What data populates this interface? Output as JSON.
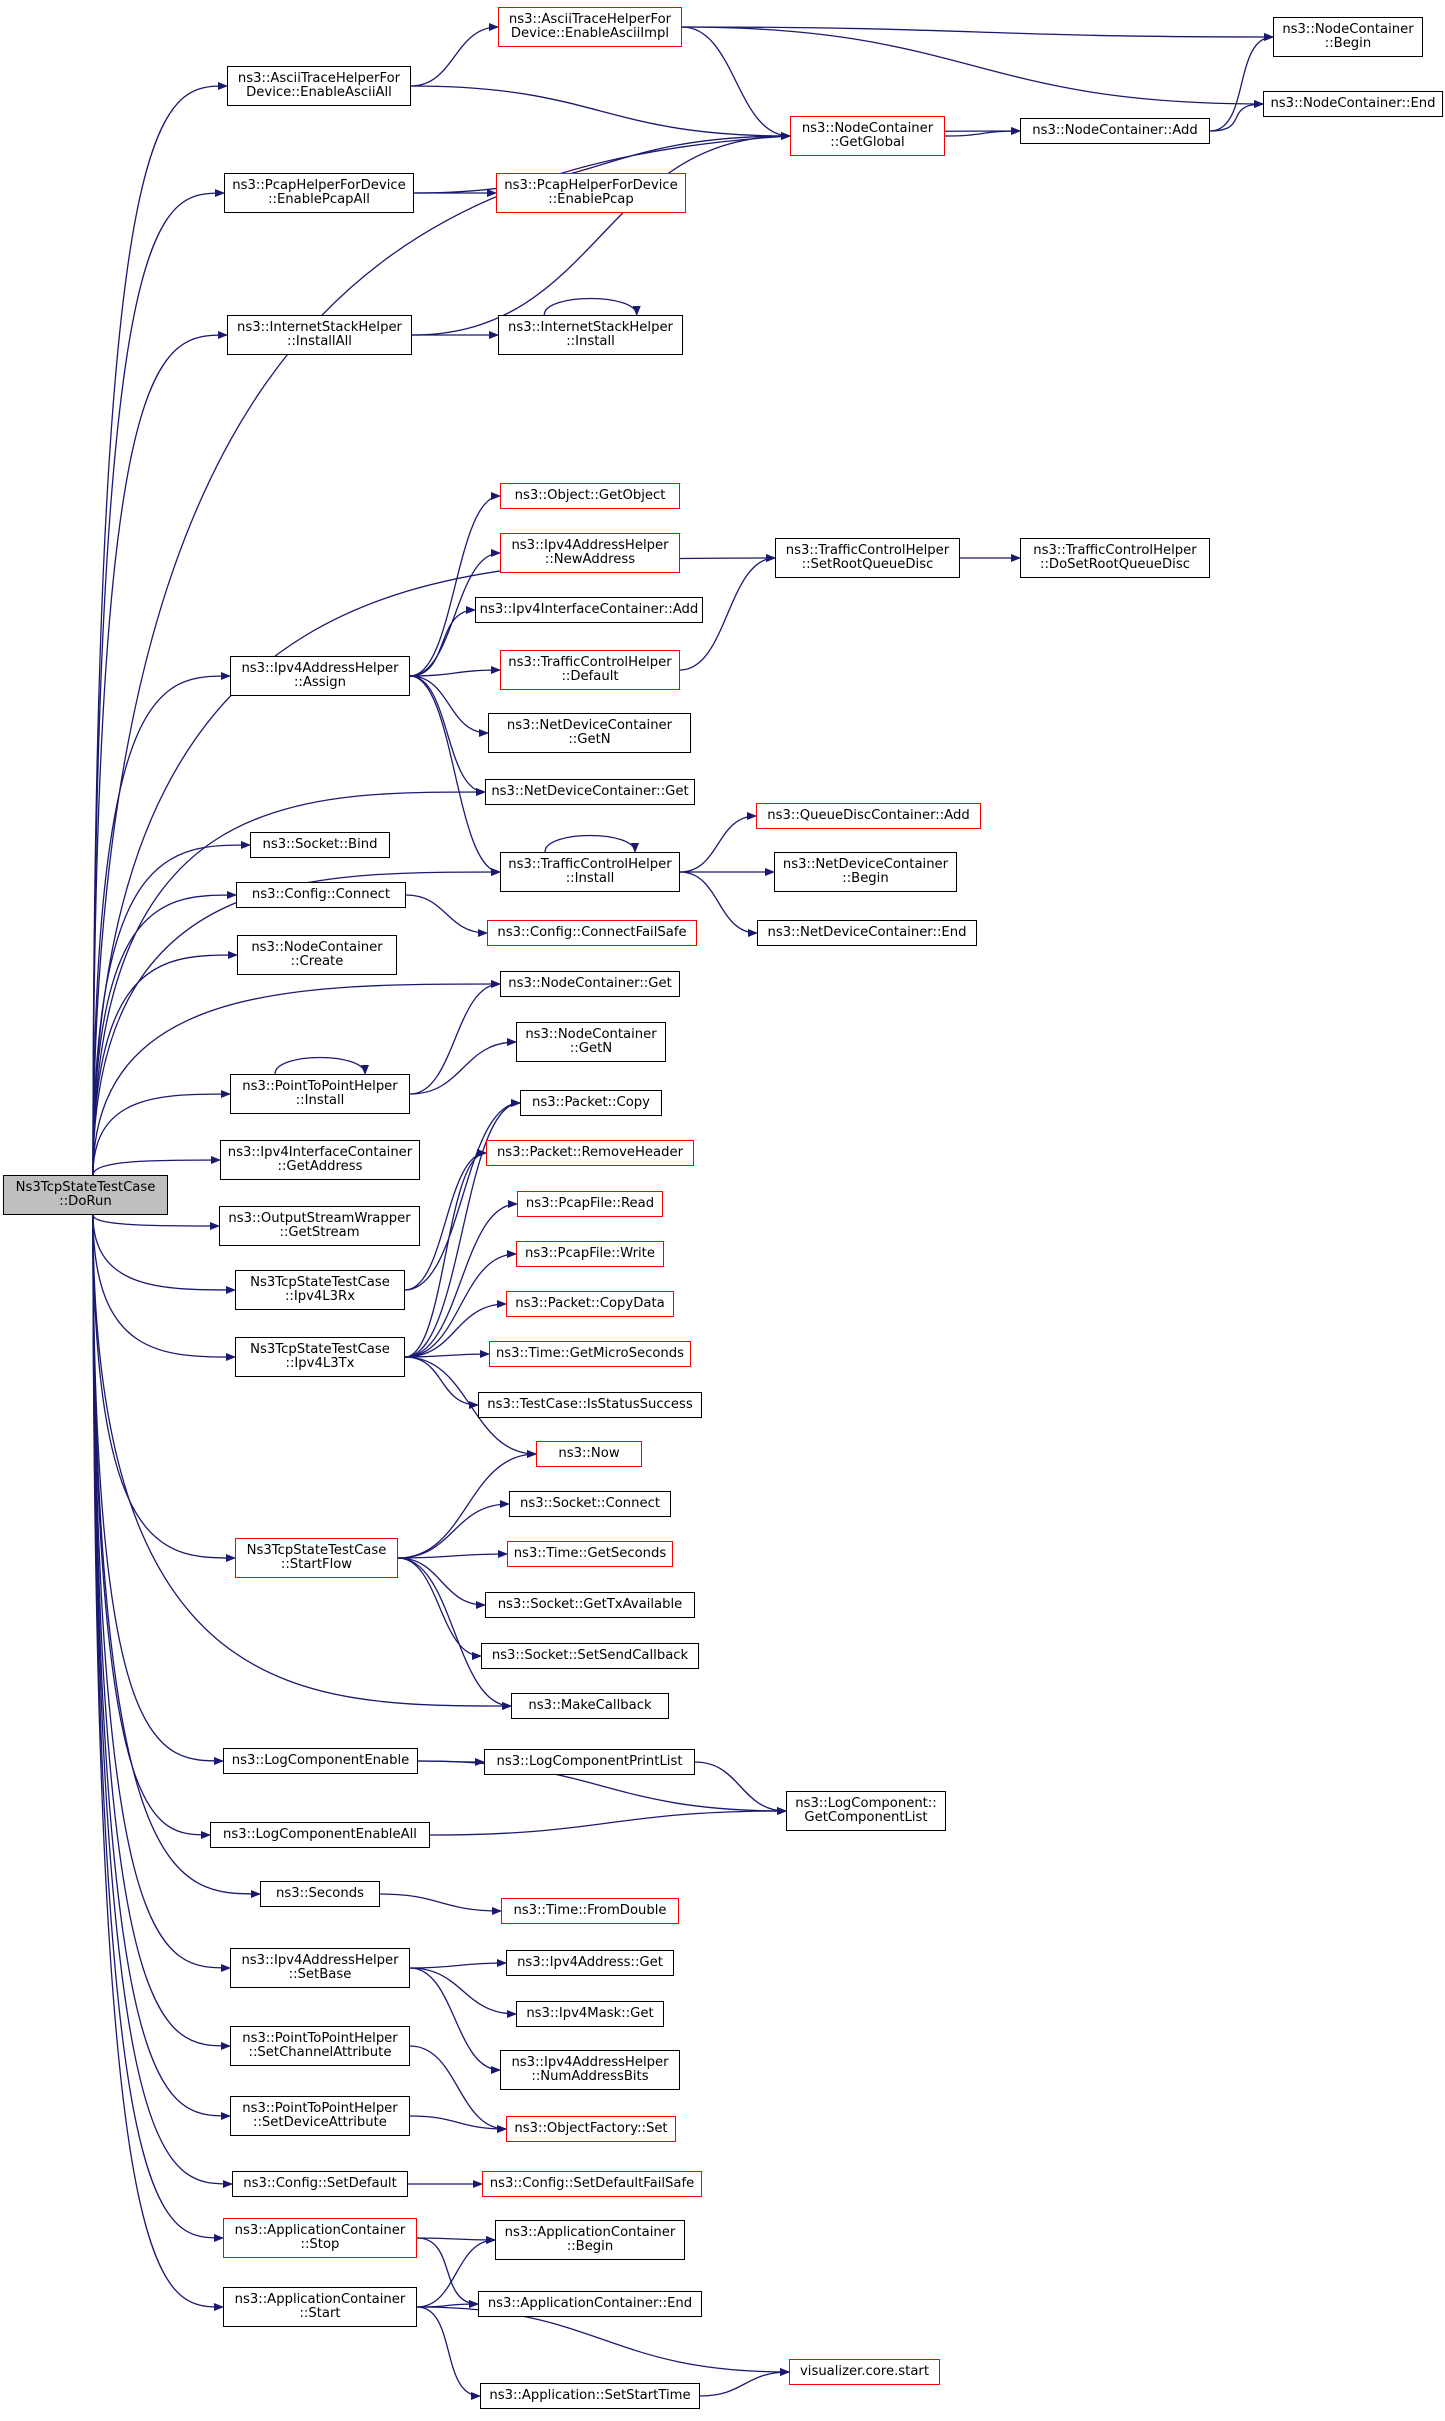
{
  "colors": {
    "edge": "#191970",
    "border_normal": "#000000",
    "border_truncated": "#ff0000",
    "root_fill": "#bfbfbf"
  },
  "nodes": [
    {
      "id": "root",
      "label": "Ns3TcpStateTestCase\n::DoRun",
      "style": "root"
    },
    {
      "id": "ascii_all",
      "label": "ns3::AsciiTraceHelperFor\nDevice::EnableAsciiAll",
      "style": "normal"
    },
    {
      "id": "ascii_impl",
      "label": "ns3::AsciiTraceHelperFor\nDevice::EnableAsciiImpl",
      "style": "red"
    },
    {
      "id": "nc_begin",
      "label": "ns3::NodeContainer\n::Begin",
      "style": "normal"
    },
    {
      "id": "nc_end",
      "label": "ns3::NodeContainer::End",
      "style": "normal"
    },
    {
      "id": "nc_getglobal",
      "label": "ns3::NodeContainer\n::GetGlobal",
      "style": "red"
    },
    {
      "id": "nc_add",
      "label": "ns3::NodeContainer::Add",
      "style": "normal"
    },
    {
      "id": "pcap_all",
      "label": "ns3::PcapHelperForDevice\n::EnablePcapAll",
      "style": "normal"
    },
    {
      "id": "pcap_enable",
      "label": "ns3::PcapHelperForDevice\n::EnablePcap",
      "style": "red"
    },
    {
      "id": "ish_installall",
      "label": "ns3::InternetStackHelper\n::InstallAll",
      "style": "normal"
    },
    {
      "id": "ish_install",
      "label": "ns3::InternetStackHelper\n::Install",
      "style": "normal"
    },
    {
      "id": "obj_getobject",
      "label": "ns3::Object::GetObject",
      "style": "red"
    },
    {
      "id": "ipv4ah_newaddr",
      "label": "ns3::Ipv4AddressHelper\n::NewAddress",
      "style": "red"
    },
    {
      "id": "tch_setroot",
      "label": "ns3::TrafficControlHelper\n::SetRootQueueDisc",
      "style": "normal"
    },
    {
      "id": "tch_dosetroot",
      "label": "ns3::TrafficControlHelper\n::DoSetRootQueueDisc",
      "style": "normal"
    },
    {
      "id": "ipv4ic_add",
      "label": "ns3::Ipv4InterfaceContainer::Add",
      "style": "normal"
    },
    {
      "id": "ipv4ah_assign",
      "label": "ns3::Ipv4AddressHelper\n::Assign",
      "style": "normal"
    },
    {
      "id": "tch_default",
      "label": "ns3::TrafficControlHelper\n::Default",
      "style": "red"
    },
    {
      "id": "ndc_getn",
      "label": "ns3::NetDeviceContainer\n::GetN",
      "style": "normal"
    },
    {
      "id": "ndc_get",
      "label": "ns3::NetDeviceContainer::Get",
      "style": "normal"
    },
    {
      "id": "qdc_add",
      "label": "ns3::QueueDiscContainer::Add",
      "style": "red"
    },
    {
      "id": "sock_bind",
      "label": "ns3::Socket::Bind",
      "style": "normal"
    },
    {
      "id": "tch_install",
      "label": "ns3::TrafficControlHelper\n::Install",
      "style": "normal"
    },
    {
      "id": "ndc_begin",
      "label": "ns3::NetDeviceContainer\n::Begin",
      "style": "normal"
    },
    {
      "id": "config_connect",
      "label": "ns3::Config::Connect",
      "style": "normal"
    },
    {
      "id": "config_connectfs",
      "label": "ns3::Config::ConnectFailSafe",
      "style": "red"
    },
    {
      "id": "ndc_end",
      "label": "ns3::NetDeviceContainer::End",
      "style": "normal"
    },
    {
      "id": "nc_create",
      "label": "ns3::NodeContainer\n::Create",
      "style": "normal"
    },
    {
      "id": "nc_get",
      "label": "ns3::NodeContainer::Get",
      "style": "normal"
    },
    {
      "id": "nc_getn",
      "label": "ns3::NodeContainer\n::GetN",
      "style": "normal"
    },
    {
      "id": "p2p_install",
      "label": "ns3::PointToPointHelper\n::Install",
      "style": "normal"
    },
    {
      "id": "pkt_copy",
      "label": "ns3::Packet::Copy",
      "style": "normal"
    },
    {
      "id": "ipv4ic_getaddr",
      "label": "ns3::Ipv4InterfaceContainer\n::GetAddress",
      "style": "normal"
    },
    {
      "id": "pkt_rmheader",
      "label": "ns3::Packet::RemoveHeader",
      "style": "red"
    },
    {
      "id": "osw_getstream",
      "label": "ns3::OutputStreamWrapper\n::GetStream",
      "style": "normal"
    },
    {
      "id": "pcapfile_read",
      "label": "ns3::PcapFile::Read",
      "style": "red"
    },
    {
      "id": "ipv4l3rx",
      "label": "Ns3TcpStateTestCase\n::Ipv4L3Rx",
      "style": "normal"
    },
    {
      "id": "pcapfile_write",
      "label": "ns3::PcapFile::Write",
      "style": "red"
    },
    {
      "id": "pkt_copydata",
      "label": "ns3::Packet::CopyData",
      "style": "red"
    },
    {
      "id": "ipv4l3tx",
      "label": "Ns3TcpStateTestCase\n::Ipv4L3Tx",
      "style": "normal"
    },
    {
      "id": "time_getmicro",
      "label": "ns3::Time::GetMicroSeconds",
      "style": "red"
    },
    {
      "id": "tc_isstatus",
      "label": "ns3::TestCase::IsStatusSuccess",
      "style": "normal"
    },
    {
      "id": "now",
      "label": "ns3::Now",
      "style": "red"
    },
    {
      "id": "sock_connect",
      "label": "ns3::Socket::Connect",
      "style": "normal"
    },
    {
      "id": "startflow",
      "label": "Ns3TcpStateTestCase\n::StartFlow",
      "style": "red"
    },
    {
      "id": "time_getseconds",
      "label": "ns3::Time::GetSeconds",
      "style": "red"
    },
    {
      "id": "sock_gettxavail",
      "label": "ns3::Socket::GetTxAvailable",
      "style": "normal"
    },
    {
      "id": "sock_setsendcb",
      "label": "ns3::Socket::SetSendCallback",
      "style": "normal"
    },
    {
      "id": "makecallback",
      "label": "ns3::MakeCallback",
      "style": "normal"
    },
    {
      "id": "logcompenable",
      "label": "ns3::LogComponentEnable",
      "style": "normal"
    },
    {
      "id": "logcompprintlist",
      "label": "ns3::LogComponentPrintList",
      "style": "normal"
    },
    {
      "id": "logcomp_getlist",
      "label": "ns3::LogComponent::\nGetComponentList",
      "style": "normal"
    },
    {
      "id": "logcompenableall",
      "label": "ns3::LogComponentEnableAll",
      "style": "normal"
    },
    {
      "id": "seconds",
      "label": "ns3::Seconds",
      "style": "normal"
    },
    {
      "id": "time_fromdouble",
      "label": "ns3::Time::FromDouble",
      "style": "red"
    },
    {
      "id": "ipv4ah_setbase",
      "label": "ns3::Ipv4AddressHelper\n::SetBase",
      "style": "normal"
    },
    {
      "id": "ipv4addr_get",
      "label": "ns3::Ipv4Address::Get",
      "style": "normal"
    },
    {
      "id": "ipv4mask_get",
      "label": "ns3::Ipv4Mask::Get",
      "style": "normal"
    },
    {
      "id": "p2p_setchannel",
      "label": "ns3::PointToPointHelper\n::SetChannelAttribute",
      "style": "normal"
    },
    {
      "id": "ipv4ah_numaddrbits",
      "label": "ns3::Ipv4AddressHelper\n::NumAddressBits",
      "style": "normal"
    },
    {
      "id": "p2p_setdevice",
      "label": "ns3::PointToPointHelper\n::SetDeviceAttribute",
      "style": "normal"
    },
    {
      "id": "objfactory_set",
      "label": "ns3::ObjectFactory::Set",
      "style": "red"
    },
    {
      "id": "config_setdefault",
      "label": "ns3::Config::SetDefault",
      "style": "normal"
    },
    {
      "id": "config_setdefaultfs",
      "label": "ns3::Config::SetDefaultFailSafe",
      "style": "red"
    },
    {
      "id": "appc_stop",
      "label": "ns3::ApplicationContainer\n::Stop",
      "style": "red"
    },
    {
      "id": "appc_begin",
      "label": "ns3::ApplicationContainer\n::Begin",
      "style": "normal"
    },
    {
      "id": "appc_start",
      "label": "ns3::ApplicationContainer\n::Start",
      "style": "normal"
    },
    {
      "id": "appc_end",
      "label": "ns3::ApplicationContainer::End",
      "style": "normal"
    },
    {
      "id": "viz_start",
      "label": "visualizer.core.start",
      "style": "red"
    },
    {
      "id": "app_setstarttime",
      "label": "ns3::Application::SetStartTime",
      "style": "normal"
    }
  ],
  "edges": [
    [
      "root",
      "ascii_all"
    ],
    [
      "root",
      "pcap_all"
    ],
    [
      "root",
      "ish_installall"
    ],
    [
      "root",
      "nc_add"
    ],
    [
      "root",
      "tch_setroot"
    ],
    [
      "root",
      "ipv4ah_assign"
    ],
    [
      "root",
      "ndc_get"
    ],
    [
      "root",
      "tch_install"
    ],
    [
      "root",
      "sock_bind"
    ],
    [
      "root",
      "config_connect"
    ],
    [
      "root",
      "nc_create"
    ],
    [
      "root",
      "nc_get"
    ],
    [
      "root",
      "p2p_install"
    ],
    [
      "root",
      "ipv4ic_getaddr"
    ],
    [
      "root",
      "osw_getstream"
    ],
    [
      "root",
      "ipv4l3rx"
    ],
    [
      "root",
      "ipv4l3tx"
    ],
    [
      "root",
      "startflow"
    ],
    [
      "root",
      "makecallback"
    ],
    [
      "root",
      "logcompenable"
    ],
    [
      "root",
      "logcompenableall"
    ],
    [
      "root",
      "seconds"
    ],
    [
      "root",
      "ipv4ah_setbase"
    ],
    [
      "root",
      "p2p_setchannel"
    ],
    [
      "root",
      "p2p_setdevice"
    ],
    [
      "root",
      "config_setdefault"
    ],
    [
      "root",
      "appc_stop"
    ],
    [
      "root",
      "appc_start"
    ],
    [
      "ascii_all",
      "ascii_impl"
    ],
    [
      "ascii_all",
      "nc_getglobal"
    ],
    [
      "ascii_impl",
      "nc_begin"
    ],
    [
      "ascii_impl",
      "nc_end"
    ],
    [
      "ascii_impl",
      "nc_getglobal"
    ],
    [
      "nc_getglobal",
      "nc_add"
    ],
    [
      "nc_add",
      "nc_begin"
    ],
    [
      "nc_add",
      "nc_end"
    ],
    [
      "pcap_all",
      "nc_getglobal"
    ],
    [
      "pcap_all",
      "pcap_enable"
    ],
    [
      "ish_installall",
      "nc_getglobal"
    ],
    [
      "ish_installall",
      "ish_install"
    ],
    [
      "ish_install",
      "ish_install"
    ],
    [
      "ipv4ah_assign",
      "obj_getobject"
    ],
    [
      "ipv4ah_assign",
      "ipv4ah_newaddr"
    ],
    [
      "ipv4ah_assign",
      "ipv4ic_add"
    ],
    [
      "ipv4ah_assign",
      "tch_default"
    ],
    [
      "ipv4ah_assign",
      "ndc_getn"
    ],
    [
      "ipv4ah_assign",
      "ndc_get"
    ],
    [
      "ipv4ah_assign",
      "tch_install"
    ],
    [
      "tch_default",
      "tch_setroot"
    ],
    [
      "tch_setroot",
      "tch_dosetroot"
    ],
    [
      "tch_install",
      "tch_install"
    ],
    [
      "tch_install",
      "qdc_add"
    ],
    [
      "tch_install",
      "ndc_begin"
    ],
    [
      "tch_install",
      "ndc_end"
    ],
    [
      "config_connect",
      "config_connectfs"
    ],
    [
      "p2p_install",
      "p2p_install"
    ],
    [
      "p2p_install",
      "nc_get"
    ],
    [
      "p2p_install",
      "nc_getn"
    ],
    [
      "ipv4l3rx",
      "pkt_copy"
    ],
    [
      "ipv4l3rx",
      "pkt_rmheader"
    ],
    [
      "ipv4l3tx",
      "pkt_copy"
    ],
    [
      "ipv4l3tx",
      "pkt_rmheader"
    ],
    [
      "ipv4l3tx",
      "pcapfile_read"
    ],
    [
      "ipv4l3tx",
      "pcapfile_write"
    ],
    [
      "ipv4l3tx",
      "pkt_copydata"
    ],
    [
      "ipv4l3tx",
      "time_getmicro"
    ],
    [
      "ipv4l3tx",
      "tc_isstatus"
    ],
    [
      "ipv4l3tx",
      "now"
    ],
    [
      "startflow",
      "now"
    ],
    [
      "startflow",
      "sock_connect"
    ],
    [
      "startflow",
      "time_getseconds"
    ],
    [
      "startflow",
      "sock_gettxavail"
    ],
    [
      "startflow",
      "sock_setsendcb"
    ],
    [
      "startflow",
      "makecallback"
    ],
    [
      "logcompenable",
      "logcompprintlist"
    ],
    [
      "logcompenable",
      "logcomp_getlist"
    ],
    [
      "logcompprintlist",
      "logcomp_getlist"
    ],
    [
      "logcompenableall",
      "logcomp_getlist"
    ],
    [
      "seconds",
      "time_fromdouble"
    ],
    [
      "ipv4ah_setbase",
      "ipv4addr_get"
    ],
    [
      "ipv4ah_setbase",
      "ipv4mask_get"
    ],
    [
      "ipv4ah_setbase",
      "ipv4ah_numaddrbits"
    ],
    [
      "p2p_setchannel",
      "objfactory_set"
    ],
    [
      "p2p_setdevice",
      "objfactory_set"
    ],
    [
      "config_setdefault",
      "config_setdefaultfs"
    ],
    [
      "appc_stop",
      "appc_begin"
    ],
    [
      "appc_stop",
      "appc_end"
    ],
    [
      "appc_start",
      "appc_begin"
    ],
    [
      "appc_start",
      "appc_end"
    ],
    [
      "appc_start",
      "viz_start"
    ],
    [
      "appc_start",
      "app_setstarttime"
    ],
    [
      "app_setstarttime",
      "viz_start"
    ]
  ]
}
